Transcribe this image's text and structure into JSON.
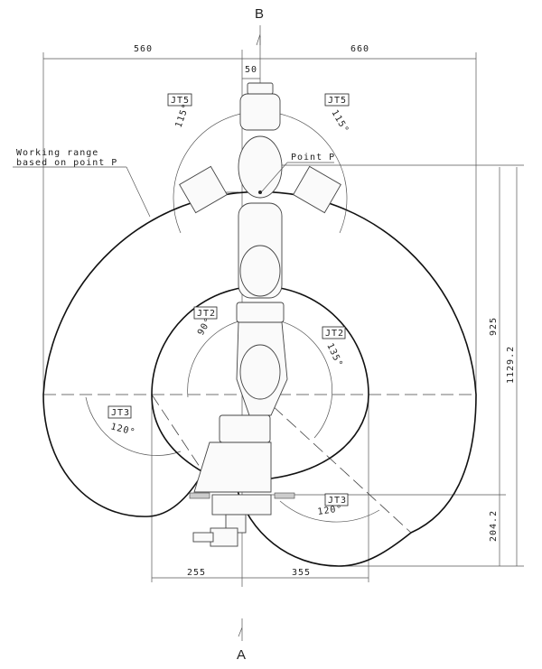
{
  "views": {
    "top": "B",
    "bottom": "A"
  },
  "dimensions": {
    "left_width": "560",
    "right_width": "660",
    "offset": "50",
    "height_925": "925",
    "height_total": "1129.2",
    "height_below": "204.2",
    "bottom_left": "255",
    "bottom_right": "355"
  },
  "annotations": {
    "working_range_line1": "Working range",
    "working_range_line2": "based on point P",
    "point_p": "Point P"
  },
  "joints": {
    "jt5_left": {
      "label": "JT5",
      "angle": "115°"
    },
    "jt5_right": {
      "label": "JT5",
      "angle": "115°"
    },
    "jt2_left": {
      "label": "JT2",
      "angle": "90°"
    },
    "jt2_right": {
      "label": "JT2",
      "angle": "135°"
    },
    "jt3_left": {
      "label": "JT3",
      "angle": "120°"
    },
    "jt3_right": {
      "label": "JT3",
      "angle": "120°"
    }
  }
}
